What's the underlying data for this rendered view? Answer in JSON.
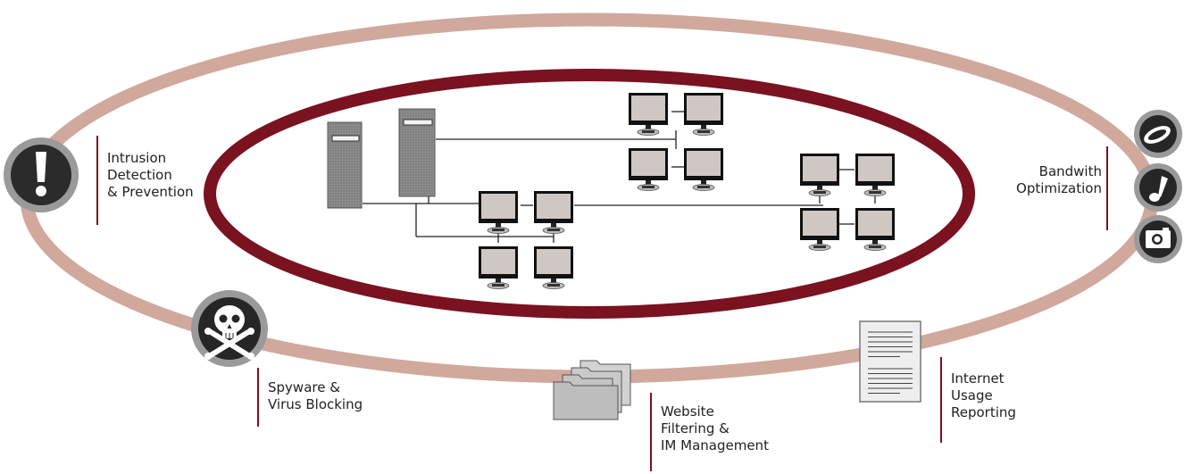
{
  "colors": {
    "outer_ring": "#d1a89c",
    "inner_ring": "#7a1220",
    "accent_bar": "#7a1220",
    "monitor_screen": "#cfc7c4",
    "server": "#8f8f8f",
    "icon_dark": "#2a2a2a",
    "icon_ring": "#9a9a9a"
  },
  "labels": {
    "intrusion": [
      "Intrusion",
      "Detection",
      "& Prevention"
    ],
    "spyware": [
      "Spyware &",
      "Virus Blocking"
    ],
    "website": [
      "Website",
      "Filtering &",
      "IM Management"
    ],
    "reporting": [
      "Internet",
      "Usage",
      "Reporting"
    ],
    "bandwidth": [
      "Bandwith",
      "Optimization"
    ]
  },
  "icons": {
    "intrusion": "exclamation-icon",
    "spyware": "skull-crossbones-icon",
    "website": "folders-icon",
    "reporting": "document-icon",
    "bandwidth": [
      "film-reel-icon",
      "music-note-icon",
      "camera-icon"
    ],
    "network": [
      "server-icon",
      "monitor-icon"
    ]
  }
}
